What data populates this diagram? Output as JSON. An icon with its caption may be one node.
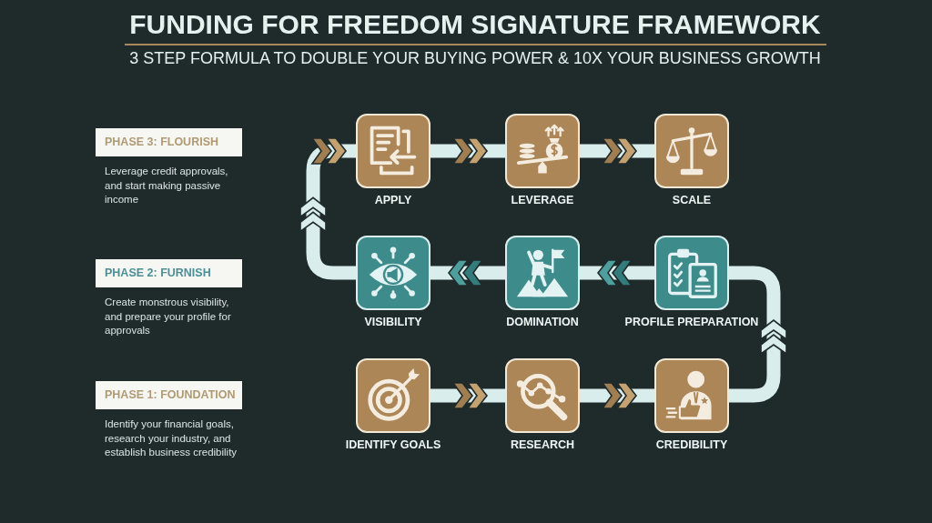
{
  "diagram": {
    "title": "FUNDING FOR FREEDOM SIGNATURE FRAMEWORK",
    "nodes": [
      {
        "text": [
          "PHASE 3: FLOURISH"
        ],
        "beside": [
          "Leverage credit approvals, and start making passive income"
        ]
      },
      {
        "text": [
          "APPLY"
        ]
      },
      {
        "text": [
          "LEVERAGE"
        ]
      },
      {
        "text": [
          "SCALE"
        ]
      },
      {
        "text": [
          "PHASE 2: FURNISH"
        ],
        "beside": [
          "Create monstrous visibility, and prepare your profile for approvals"
        ]
      },
      {
        "text": [
          "VISIBILITY"
        ]
      },
      {
        "text": [
          "DOMINATION"
        ]
      },
      {
        "text": [
          "PROFILE PREPARATION"
        ]
      },
      {
        "text": [
          "PHASE 1: FOUNDATION"
        ],
        "beside": [
          "Identify your financial goals, research your industry, and establish business credibility"
        ]
      },
      {
        "text": [
          "IDENTIFY GOALS"
        ]
      },
      {
        "text": [
          "RESEARCH"
        ]
      },
      {
        "text": [
          "CREDIBILITY"
        ]
      }
    ],
    "edges": [
      {
        "from": 9,
        "to": 10,
        "arrow": "to"
      },
      {
        "from": 10,
        "to": 11,
        "arrow": "to"
      },
      {
        "from": 11,
        "to": 7,
        "arrow": "to"
      },
      {
        "from": 7,
        "to": 6,
        "arrow": "to"
      },
      {
        "from": 6,
        "to": 5,
        "arrow": "to"
      },
      {
        "from": 5,
        "to": 1,
        "arrow": "to"
      },
      {
        "from": 1,
        "to": 2,
        "arrow": "to"
      },
      {
        "from": 2,
        "to": 3,
        "arrow": "to"
      }
    ],
    "labels": [
      "3 STEP FORMULA TO DOUBLE YOUR BUYING POWER & 10X YOUR BUSINESS GROWTH"
    ]
  }
}
